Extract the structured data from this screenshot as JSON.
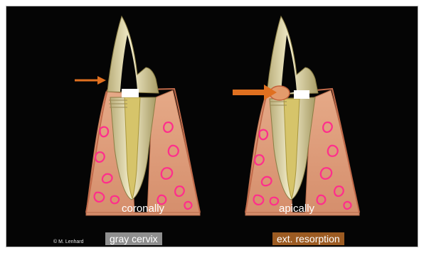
{
  "panels": [
    {
      "caption": "coronally",
      "label": "gray cervix",
      "label_color": "#8f8f8f"
    },
    {
      "caption": "apically",
      "label": "ext. resorption",
      "label_color": "#9c5b22"
    }
  ],
  "credit": "© M. Lenhard",
  "colors": {
    "background": "#050505",
    "bone": "#e0a07e",
    "bone_dark": "#c9734f",
    "marrow": "#ff2e8c",
    "tooth": "#efe7b9",
    "pulp": "#d6c46a",
    "arrow": "#e07020"
  }
}
